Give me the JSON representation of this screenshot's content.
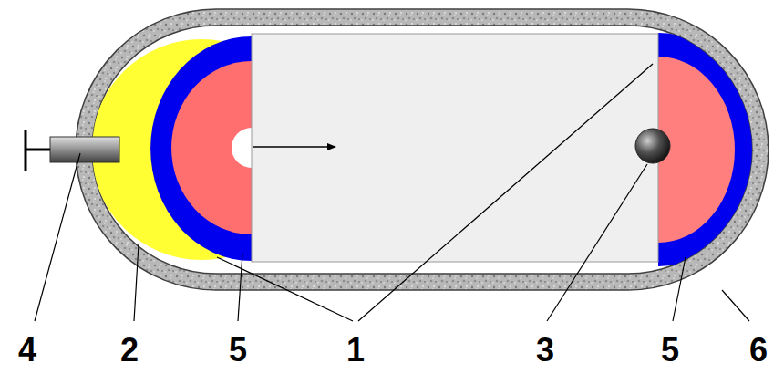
{
  "diagram": {
    "labels": [
      "4",
      "2",
      "5",
      "1",
      "3",
      "5",
      "6"
    ]
  }
}
